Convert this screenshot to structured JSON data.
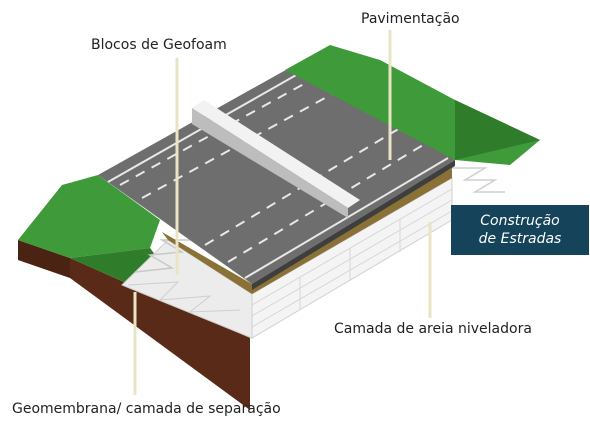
{
  "labels": {
    "pavement": "Pavimentação",
    "geofoam": "Blocos de Geofoam",
    "sand_layer": "Camada de areia niveladora",
    "geomembrane": "Geomembrana/ camada de separação"
  },
  "badge": {
    "line1": "Construção",
    "line2": "de Estradas"
  },
  "colors": {
    "badge_bg": "#14435a",
    "grass": "#3f9a3a",
    "soil": "#5a2a18",
    "asphalt": "#6e6e6e",
    "lane_line": "#e8e8e8",
    "geofoam": "#f1f1f1",
    "sand": "#8a7236",
    "leader_line": "#e9e4c4"
  }
}
